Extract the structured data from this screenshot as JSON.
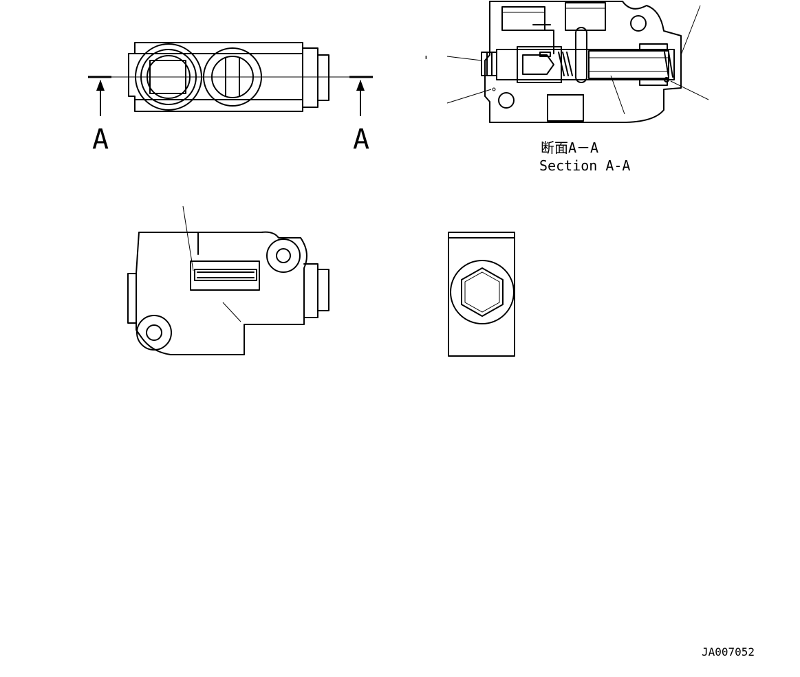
{
  "section_marker_left": "A",
  "section_marker_right": "A",
  "section_title_jp": "断面A－A",
  "section_title_en": "Section A-A",
  "stray_mark": "'",
  "drawing_code": "JA007052"
}
